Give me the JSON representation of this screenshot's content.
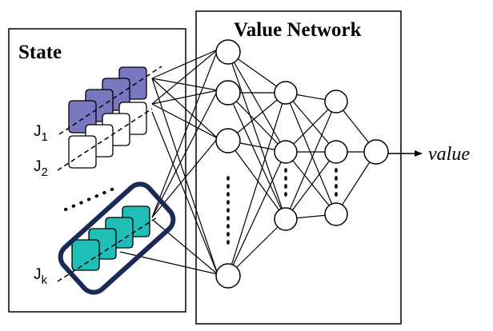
{
  "state_panel": {
    "title": "State"
  },
  "network_panel": {
    "title": "Value Network"
  },
  "jobs": [
    {
      "label": "J",
      "sub": "1",
      "color": "#7a77c1"
    },
    {
      "label": "J",
      "sub": "2",
      "color": "#ffffff"
    },
    {
      "label": "J",
      "sub": "k",
      "color": "#1fbeb6"
    }
  ],
  "highlight_color": "#1b2a55",
  "output": {
    "label": "value"
  }
}
